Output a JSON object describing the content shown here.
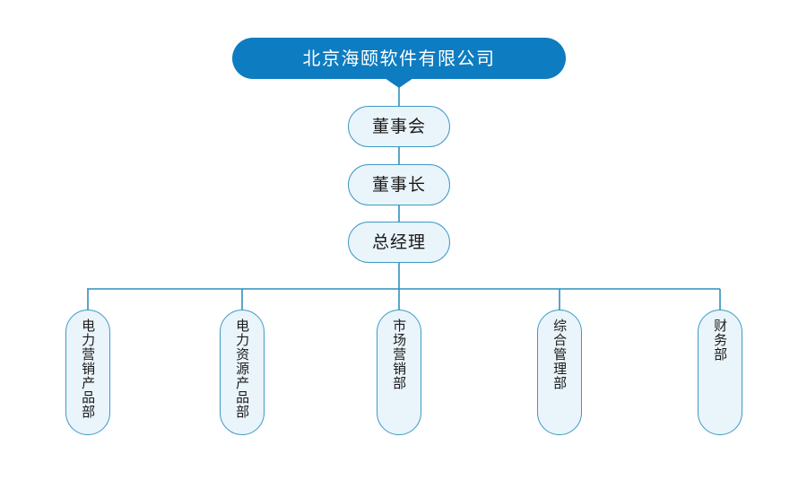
{
  "chart_data": {
    "type": "diagram",
    "diagram_type": "organizational-chart",
    "title": "北京海颐软件有限公司",
    "orientation": "top-down",
    "colors": {
      "root_fill": "#0E7CC0",
      "root_text": "#FFFFFF",
      "node_fill": "#EAF4FB",
      "node_border": "#3D9AC4",
      "connector": "#2E8FC0",
      "background": "#FFFFFF",
      "node_text": "#1A1A1A"
    },
    "levels": [
      {
        "level": 0,
        "nodes": [
          "北京海颐软件有限公司"
        ]
      },
      {
        "level": 1,
        "nodes": [
          "董事会"
        ]
      },
      {
        "level": 2,
        "nodes": [
          "董事长"
        ]
      },
      {
        "level": 3,
        "nodes": [
          "总经理"
        ]
      },
      {
        "level": 4,
        "nodes": [
          "电力营销产品部",
          "电力资源产品部",
          "市场营销部",
          "综合管理部",
          "财务部"
        ]
      }
    ],
    "edges": [
      {
        "from": "北京海颐软件有限公司",
        "to": "董事会"
      },
      {
        "from": "董事会",
        "to": "董事长"
      },
      {
        "from": "董事长",
        "to": "总经理"
      },
      {
        "from": "总经理",
        "to": "电力营销产品部"
      },
      {
        "from": "总经理",
        "to": "电力资源产品部"
      },
      {
        "from": "总经理",
        "to": "市场营销部"
      },
      {
        "from": "总经理",
        "to": "综合管理部"
      },
      {
        "from": "总经理",
        "to": "财务部"
      }
    ]
  },
  "root": {
    "label": "北京海颐软件有限公司"
  },
  "chain": [
    {
      "label": "董事会"
    },
    {
      "label": "董事长"
    },
    {
      "label": "总经理"
    }
  ],
  "departments": [
    {
      "label": "电力营销产品部"
    },
    {
      "label": "电力资源产品部"
    },
    {
      "label": "市场营销部"
    },
    {
      "label": "综合管理部"
    },
    {
      "label": "财务部"
    }
  ]
}
